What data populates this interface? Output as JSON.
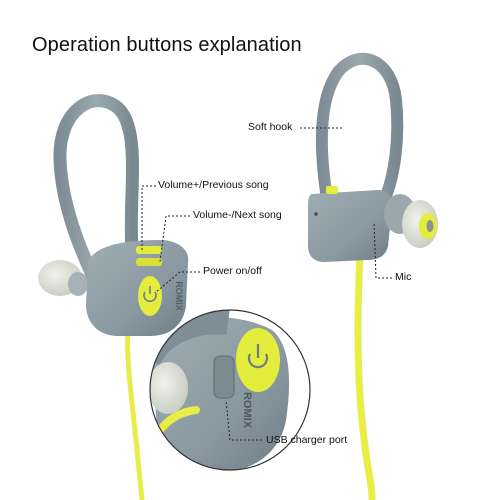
{
  "title": "Operation buttons explanation",
  "callouts": {
    "soft_hook": "Soft hook",
    "volume_up": "Volume+/Previous song",
    "volume_down": "Volume-/Next song",
    "power": "Power on/off",
    "mic": "Mic",
    "usb_port": "USB charger port"
  },
  "product": {
    "brand": "ROMIX"
  },
  "colors": {
    "body_gray": "#8b9aa2",
    "body_gray_dark": "#6f7d85",
    "accent_lime": "#e4ec3c",
    "cable_yellow": "#e8ee46",
    "eartip": "#d9dcd2",
    "leader_line": "#222222"
  }
}
